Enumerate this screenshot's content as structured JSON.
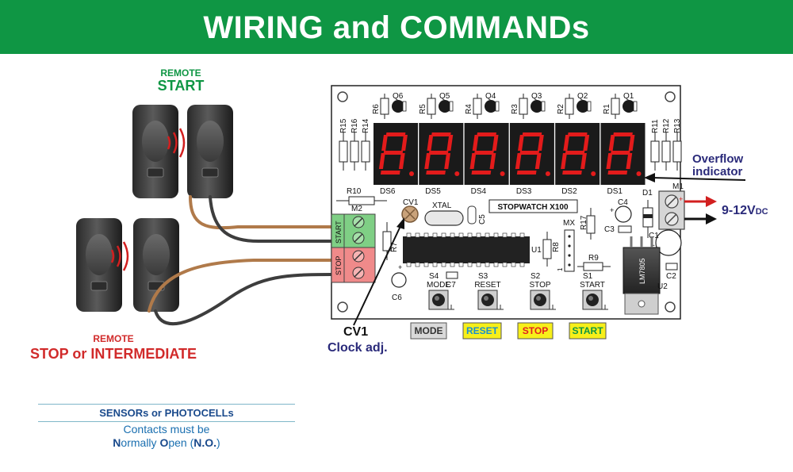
{
  "title": "WIRING and COMMANDs",
  "remote_start": {
    "line1": "REMOTE",
    "line2": "START"
  },
  "remote_stop": {
    "line1": "REMOTE",
    "line2": "STOP or INTERMEDIATE"
  },
  "board": {
    "transistors": [
      "Q6",
      "Q5",
      "Q4",
      "Q3",
      "Q2",
      "Q1"
    ],
    "resistors_top": [
      "R6",
      "R5",
      "R4",
      "R3",
      "R2",
      "R1"
    ],
    "resistors_left": [
      "R15",
      "R16",
      "R14"
    ],
    "resistors_right": [
      "R11",
      "R12",
      "R13"
    ],
    "displays": [
      "DS6",
      "DS5",
      "DS4",
      "DS3",
      "DS2",
      "DS1"
    ],
    "r10": "R10",
    "cv1_top": "CV1",
    "xtal": "XTAL",
    "c5": "C5",
    "name": "STOPWATCH X100",
    "r17": "R17",
    "c4": "C4",
    "c3": "C3",
    "d1": "D1",
    "m1": "M1",
    "m2": "M2",
    "start": "START",
    "stop": "STOP",
    "r7": "R7",
    "u1": "U1",
    "r8": "R8",
    "mx": "MX",
    "r9": "R9",
    "c1": "C1",
    "lm": "LM7805",
    "c2": "C2",
    "u2": "U2",
    "c6": "C6",
    "c7": "C7",
    "s4": "S4",
    "s4_name": "MODE",
    "s3": "S3",
    "s3_name": "RESET",
    "s2": "S2",
    "s2_name": "STOP",
    "s1": "S1",
    "s1_name": "START",
    "mx_num": "1"
  },
  "overflow": {
    "line1": "Overflow",
    "line2": "indicator"
  },
  "power": {
    "main": "9-12V",
    "sub": "DC"
  },
  "cv1": {
    "label": "CV1",
    "desc": "Clock adj."
  },
  "buttons": [
    {
      "label": "MODE",
      "bg": "#d9d9d9",
      "fg": "#333333"
    },
    {
      "label": "RESET",
      "bg": "#f7ef1a",
      "fg": "#1a8fd0"
    },
    {
      "label": "STOP",
      "bg": "#f7ef1a",
      "fg": "#e02020"
    },
    {
      "label": "START",
      "bg": "#f7ef1a",
      "fg": "#0f9644"
    }
  ],
  "sensors": {
    "title": "SENSORs or PHOTOCELLs",
    "line1": "Contacts must be",
    "line2_parts": [
      "N",
      "ormally ",
      "O",
      "pen (",
      "N.O.",
      ")"
    ]
  },
  "colors": {
    "banner": "#0f9644",
    "remote_start": "#0f9644",
    "remote_stop": "#d12a2a",
    "navy": "#2a2a7a",
    "display_red": "#e31b1b"
  }
}
